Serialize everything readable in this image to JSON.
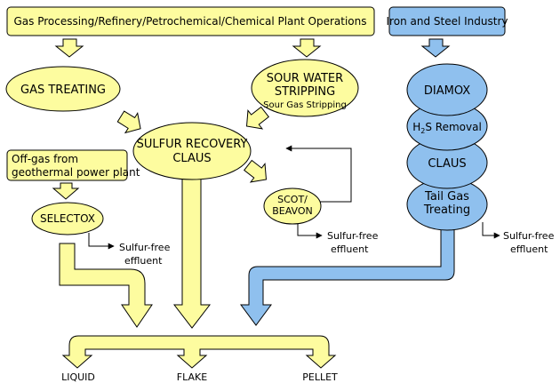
{
  "colors": {
    "yellow": "#fdfc9f",
    "blue": "#8fc0ee",
    "stroke": "#000000"
  },
  "nodes": {
    "gas_processing": "Gas Processing/Refinery/Petrochemical/Chemical Plant Operations",
    "iron_steel": "Iron and Steel Industry",
    "gas_treating": "GAS TREATING",
    "sour_water_1": "SOUR WATER",
    "sour_water_2": "STRIPPING",
    "sour_water_sub": "Sour Gas Stripping",
    "diamox": "DIAMOX",
    "h2s_prefix": "H",
    "h2s_sub": "2",
    "h2s_suffix": "S Removal",
    "claus_blue": "CLAUS",
    "tail_gas_1": "Tail Gas",
    "tail_gas_2": "Treating",
    "sulfur_recovery_1": "SULFUR RECOVERY",
    "sulfur_recovery_2": "CLAUS",
    "offgas_1": "Off-gas from",
    "offgas_2": "geothermal power plant",
    "scot_1": "SCOT/",
    "scot_2": "BEAVON",
    "selectox": "SELECTOX"
  },
  "effluents": {
    "selectox_1": "Sulfur-free",
    "selectox_2": "effluent",
    "scot_1": "Sulfur-free",
    "scot_2": "effluent",
    "tail_1": "Sulfur-free",
    "tail_2": "effluent"
  },
  "outputs": {
    "liquid": "LIQUID",
    "flake": "FLAKE",
    "pellet": "PELLET"
  }
}
